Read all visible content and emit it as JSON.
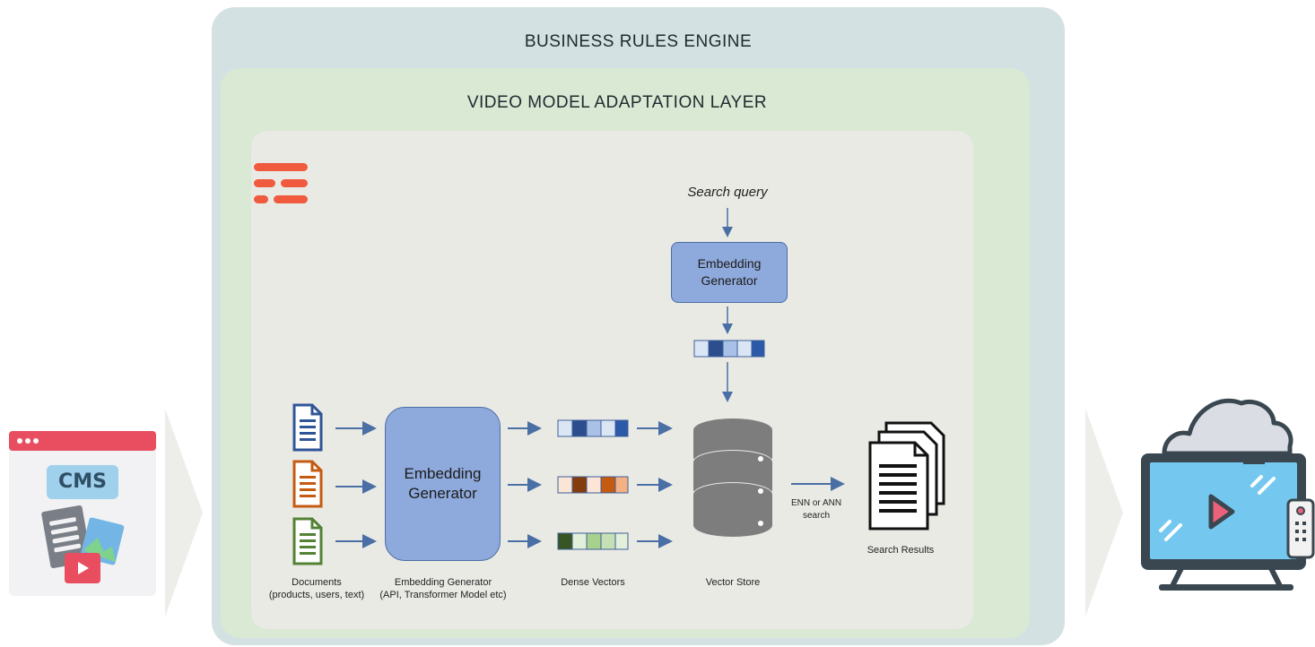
{
  "outer_layer": {
    "title": "BUSINESS RULES ENGINE"
  },
  "middle_layer": {
    "title": "VIDEO MODEL ADAPTATION LAYER"
  },
  "source": {
    "badge": "CMS"
  },
  "diagram": {
    "search_query": "Search query",
    "query_generator": {
      "line1": "Embedding",
      "line2": "Generator"
    },
    "main_generator": {
      "line1": "Embedding",
      "line2": "Generator"
    },
    "documents_label": {
      "line1": "Documents",
      "line2": "(products, users, text)"
    },
    "generator_label": {
      "line1": "Embedding Generator",
      "line2": "(API, Transformer Model etc)"
    },
    "dense_vectors_label": "Dense Vectors",
    "vector_store_label": "Vector Store",
    "search_label": {
      "line1": "ENN or ANN",
      "line2": "search"
    },
    "results_label": "Search Results"
  },
  "colors": {
    "outer": "#d3e1e2",
    "middle": "#d9e9d4",
    "inner": "#eaeae5",
    "arrow": "#4a6fa5",
    "generator_fill": "#8ea9db",
    "logo": "#f05a3e"
  },
  "icons": [
    "logo-icon",
    "document-blue-icon",
    "document-orange-icon",
    "document-green-icon",
    "database-icon",
    "search-results-icon",
    "cms-window-icon",
    "smart-tv-icon",
    "cloud-icon",
    "remote-icon",
    "play-icon"
  ]
}
